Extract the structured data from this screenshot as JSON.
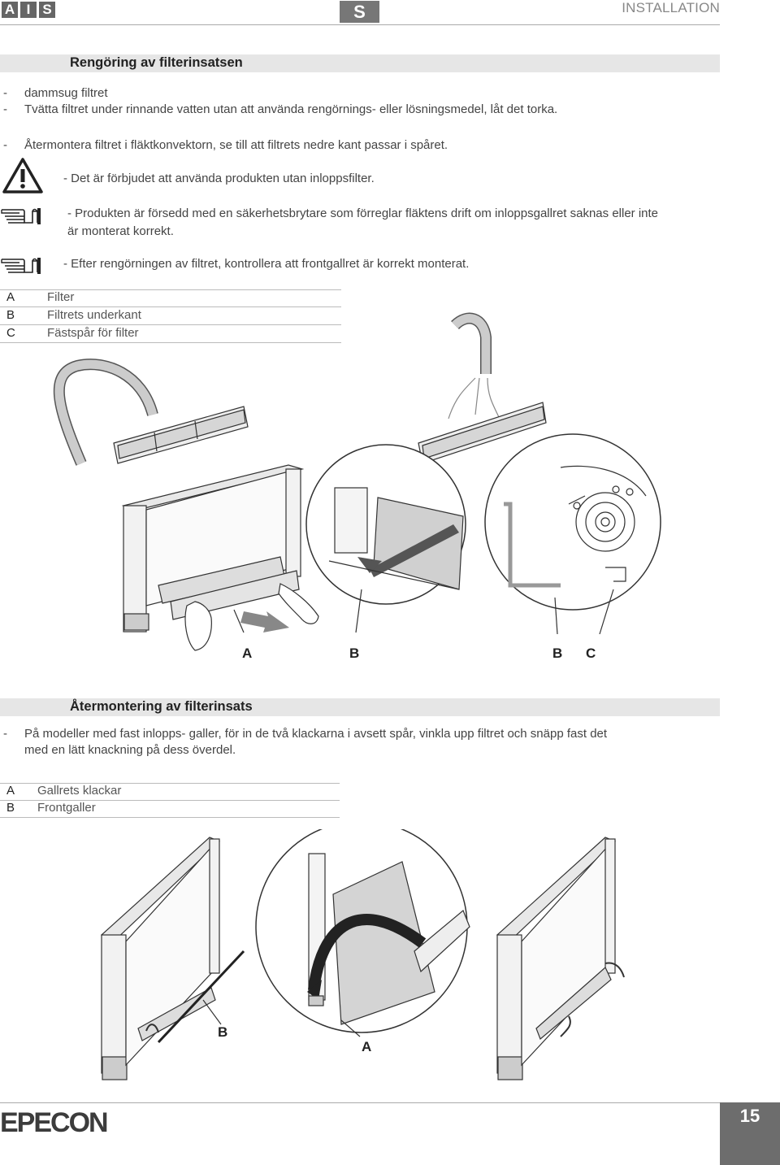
{
  "header": {
    "logo_letters": [
      "A",
      "I",
      "S"
    ],
    "language": "S",
    "section": "INSTALLATION"
  },
  "section1": {
    "title": "Rengöring av filterinsatsen",
    "steps": [
      "dammsug filtret",
      "Tvätta filtret under rinnande vatten utan att använda rengörnings- eller lösningsmedel, låt det torka.",
      "Återmontera filtret i fläktkonvektorn, se till att filtrets nedre kant  passar i spåret."
    ],
    "warning": "- Det är förbjudet att använda produkten utan inloppsfilter.",
    "note1_line1": "- Produkten är försedd med en säkerhetsbrytare som förreglar fläktens drift om inloppsgallret saknas eller inte",
    "note1_line2": "är monterat korrekt.",
    "note2": "- Efter rengörningen av filtret, kontrollera att frontgallret är korrekt monterat.",
    "legend": [
      {
        "key": "A",
        "value": "Filter"
      },
      {
        "key": "B",
        "value": "Filtrets underkant"
      },
      {
        "key": "C",
        "value": "Fästspår för filter"
      }
    ],
    "figure_labels": [
      "A",
      "B",
      "B",
      "C"
    ]
  },
  "section2": {
    "title": "Återmontering av filterinsats",
    "step_line1": "På modeller med fast inlopps- galler, för in de två klackarna i avsett spår, vinkla upp filtret och snäpp fast det",
    "step_line2": "med en lätt knackning på dess överdel.",
    "legend": [
      {
        "key": "A",
        "value": "Gallrets klackar"
      },
      {
        "key": "B",
        "value": "Frontgaller"
      }
    ],
    "figure_labels": [
      "B",
      "A"
    ]
  },
  "footer": {
    "brand": "EPECON",
    "page_number": "15"
  }
}
